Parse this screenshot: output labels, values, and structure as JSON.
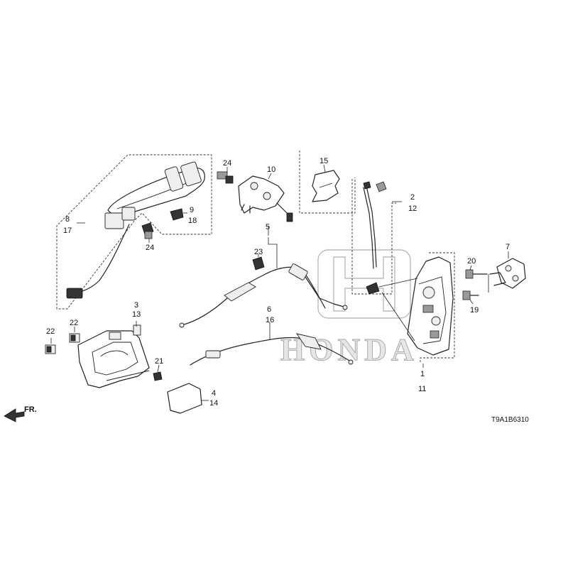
{
  "diagram": {
    "diagram_code": "T9A1B6310",
    "front_marker": "FR.",
    "watermark": "HONDA",
    "callouts": {
      "c1": "1",
      "c11": "11",
      "c2": "2",
      "c12": "12",
      "c3": "3",
      "c13": "13",
      "c4": "4",
      "c14": "14",
      "c5": "5",
      "c6": "6",
      "c16": "16",
      "c7": "7",
      "c8": "8",
      "c17": "17",
      "c9": "9",
      "c18": "18",
      "c10": "10",
      "c15": "15",
      "c19": "19",
      "c20": "20",
      "c21": "21",
      "c22a": "22",
      "c22b": "22",
      "c23": "23",
      "c24a": "24",
      "c24b": "24"
    }
  }
}
